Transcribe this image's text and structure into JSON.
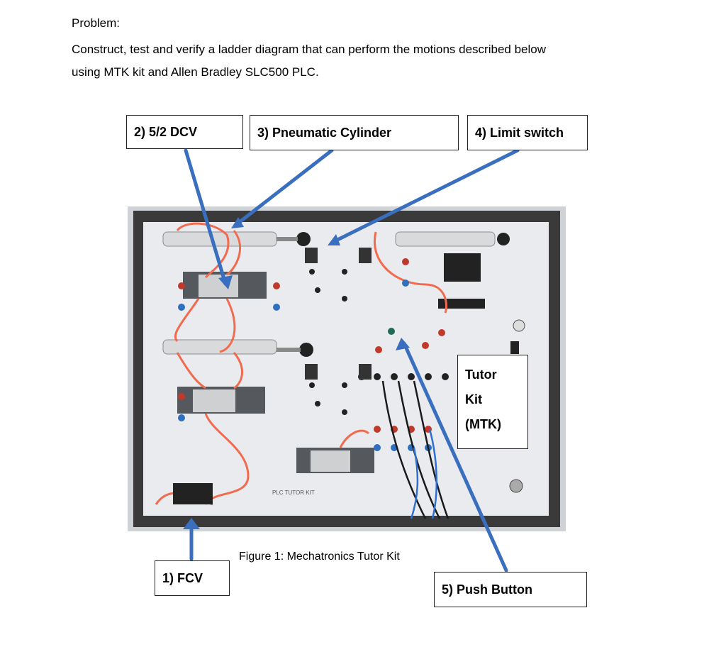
{
  "problem": {
    "heading": "Problem:",
    "line1": "Construct, test and verify a ladder diagram that can perform the motions described below",
    "line2": "using MTK kit and Allen Bradley SLC500 PLC."
  },
  "figure": {
    "caption": "Figure 1: Mechatronics Tutor Kit",
    "photo_label": "PLC TUTOR KIT",
    "callouts": {
      "dcv": "2) 5/2 DCV",
      "cylinder": "3) Pneumatic Cylinder",
      "limit_switch": "4) Limit switch",
      "fcv": "1) FCV",
      "push_button": "5) Push Button",
      "mtk_line1": "Tutor",
      "mtk_line2": "Kit",
      "mtk_line3": "(MTK)"
    }
  },
  "colors": {
    "arrow": "#3a6fbf",
    "tube": "#f26b4f",
    "panel": "#e9ebee",
    "frame": "#3a3a3a"
  }
}
